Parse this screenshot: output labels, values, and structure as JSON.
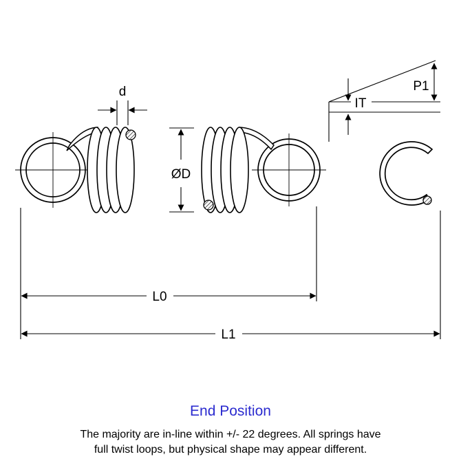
{
  "diagram": {
    "labels": {
      "wire_diameter": "d",
      "p1": "P1",
      "initial_tension": "IT",
      "outer_diameter": "ØD",
      "body_length": "L0",
      "total_length": "L1"
    },
    "colors": {
      "line": "#000000",
      "accent_text": "#2b2bcf"
    }
  },
  "footer": {
    "end_position": "End Position",
    "caption_line1": "The majority are in-line within +/- 22 degrees. All springs have",
    "caption_line2": "full twist loops, but physical shape may appear different."
  }
}
